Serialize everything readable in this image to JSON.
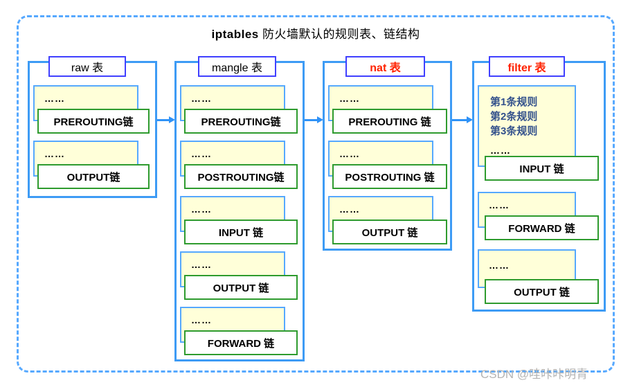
{
  "title": {
    "brand": "iptables",
    "rest": " 防火墙默认的规则表、链结构"
  },
  "watermark": "CSDN @哇咔咔明青",
  "colors": {
    "outer_dashed_border": "#57a9ff",
    "container_border": "#3d9bf5",
    "card_border": "#55a8ff",
    "card_fill": "#ffffd9",
    "chain_border": "#2e9b2e",
    "table_label_border": "#4040ff",
    "red_label_text": "#ff2200",
    "rules_text": "#33518c",
    "arrow": "#2f92f7",
    "watermark_text": "#b4b4b4"
  },
  "tables": [
    {
      "id": "raw",
      "label": "raw 表",
      "chains": [
        {
          "dots": "……",
          "label": "PREROUTING链"
        },
        {
          "dots": "……",
          "label": "OUTPUT链"
        }
      ]
    },
    {
      "id": "mangle",
      "label": "mangle 表",
      "chains": [
        {
          "dots": "……",
          "label": "PREROUTING链"
        },
        {
          "dots": "……",
          "label": "POSTROUTING链"
        },
        {
          "dots": "……",
          "label": "INPUT 链"
        },
        {
          "dots": "……",
          "label": "OUTPUT 链"
        },
        {
          "dots": "……",
          "label": "FORWARD 链"
        }
      ]
    },
    {
      "id": "nat",
      "label": "nat 表",
      "chains": [
        {
          "dots": "……",
          "label": "PREROUTING 链"
        },
        {
          "dots": "……",
          "label": "POSTROUTING 链"
        },
        {
          "dots": "……",
          "label": "OUTPUT 链"
        }
      ]
    },
    {
      "id": "filter",
      "label": "filter 表",
      "rules": [
        "第1条规则",
        "第2条规则",
        "第3条规则"
      ],
      "rules_dots": "……",
      "chains": [
        {
          "label": "INPUT 链"
        },
        {
          "dots": "……",
          "label": "FORWARD 链"
        },
        {
          "dots": "……",
          "label": "OUTPUT 链"
        }
      ]
    }
  ]
}
